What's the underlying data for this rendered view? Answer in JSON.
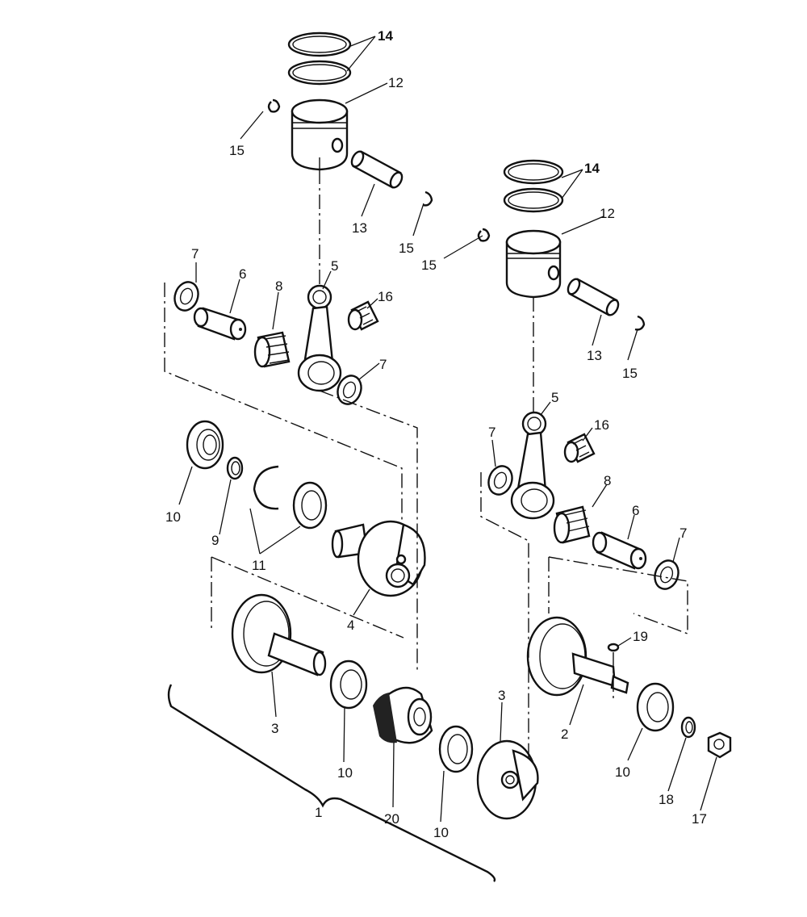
{
  "labels": {
    "l14a": "14",
    "l12a": "12",
    "l15a": "15",
    "l13a": "13",
    "l15b": "15",
    "l7a": "7",
    "l6a": "6",
    "l8a": "8",
    "l5a": "5",
    "l16a": "16",
    "l7b": "7",
    "l10a": "10",
    "l9": "9",
    "l11": "11",
    "l4": "4",
    "l3a": "3",
    "l10b": "10",
    "l20": "20",
    "l10c": "10",
    "l3b": "3",
    "l1": "1",
    "l14b": "14",
    "l12b": "12",
    "l15c": "15",
    "l13b": "13",
    "l15d": "15",
    "l5b": "5",
    "l16b": "16",
    "l7c": "7",
    "l8b": "8",
    "l6b": "6",
    "l7d": "7",
    "l19": "19",
    "l2": "2",
    "l10d": "10",
    "l18": "18",
    "l17": "17"
  }
}
